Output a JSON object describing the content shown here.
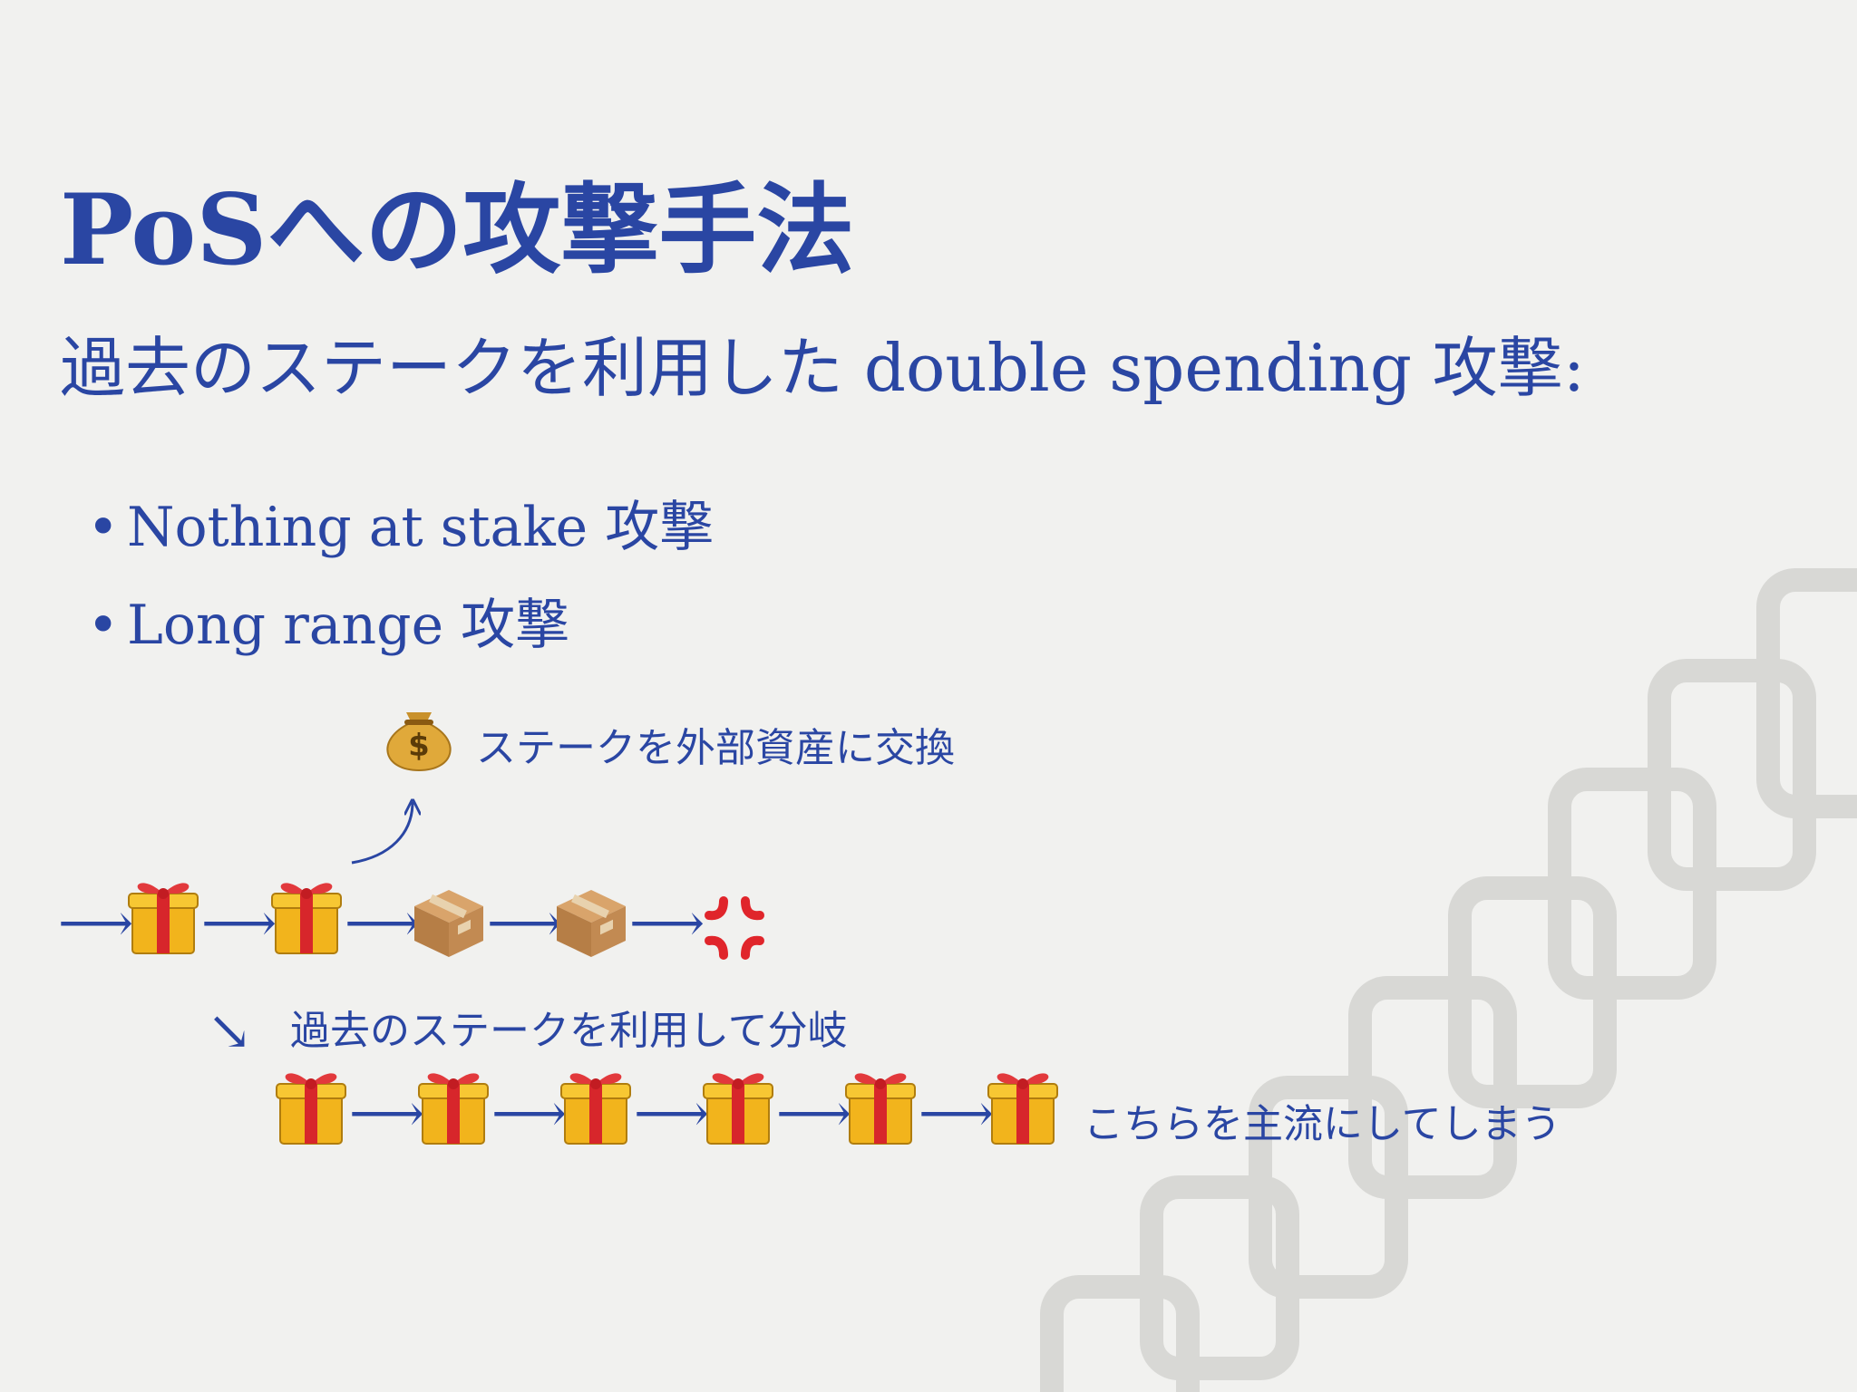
{
  "slide": {
    "title": "PoSへの攻撃手法",
    "subtitle": "過去のステークを利用した double spending 攻撃:",
    "bullets": [
      "Nothing at stake 攻撃",
      "Long range 攻撃"
    ]
  },
  "diagram": {
    "exchange_label": "ステークを外部資産に交換",
    "fork_label": "過去のステークを利用して分岐",
    "fork_result_label": "こちらを主流にしてしまう",
    "arrow_glyph": "⟶",
    "diagonal_arrow_glyph": "↘",
    "main_chain": [
      "gift-icon",
      "gift-icon",
      "package-icon",
      "package-icon",
      "anger-icon"
    ],
    "fork_chain": [
      "gift-icon",
      "gift-icon",
      "gift-icon",
      "gift-icon",
      "gift-icon",
      "gift-icon"
    ],
    "exchange_icon": "money-bag-icon"
  },
  "colors": {
    "text": "#2a46a3",
    "background": "#f1f1ef",
    "gift": "#f2b41c",
    "ribbon": "#d7262b",
    "package": "#c08a52",
    "anger": "#e0252b"
  }
}
